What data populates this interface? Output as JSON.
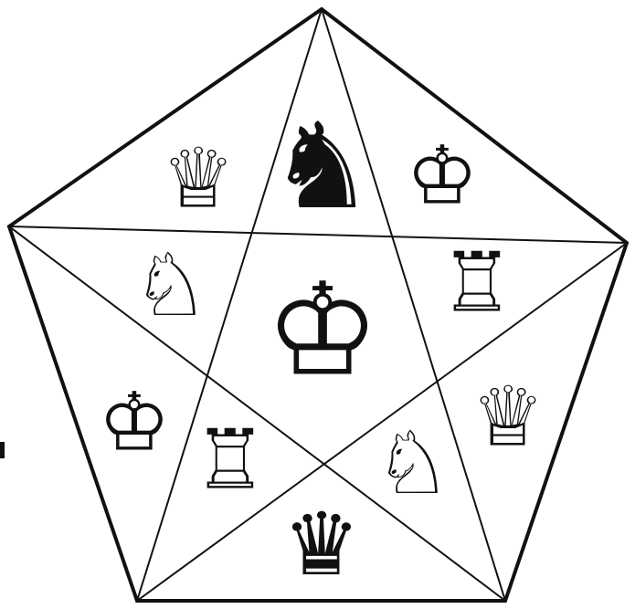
{
  "figure": {
    "type": "pentagram-chess-diagram",
    "colors": {
      "ink": "#111111",
      "paper": "#ffffff"
    },
    "pieces": [
      {
        "id": "knight-top",
        "piece": "knight",
        "color": "black",
        "icon": "black-knight-icon",
        "glyph": "♞"
      },
      {
        "id": "queen-upper-left",
        "piece": "queen",
        "color": "white",
        "icon": "white-queen-icon",
        "glyph": "♕"
      },
      {
        "id": "king-upper-right",
        "piece": "king",
        "color": "white",
        "icon": "white-king-icon",
        "glyph": "♔"
      },
      {
        "id": "knight-left",
        "piece": "knight",
        "color": "white",
        "icon": "white-knight-icon",
        "glyph": "♘"
      },
      {
        "id": "rook-right",
        "piece": "rook",
        "color": "white",
        "icon": "white-rook-icon",
        "glyph": "♖"
      },
      {
        "id": "crown-center",
        "piece": "crown",
        "color": "white",
        "icon": "crown-icon",
        "glyph": "♔"
      },
      {
        "id": "king-lower-left",
        "piece": "king",
        "color": "white",
        "icon": "white-king-icon",
        "glyph": "♔"
      },
      {
        "id": "queen-lower-right",
        "piece": "queen",
        "color": "white",
        "icon": "white-queen-icon",
        "glyph": "♕"
      },
      {
        "id": "rook-lower-left",
        "piece": "rook",
        "color": "white",
        "icon": "white-rook-icon",
        "glyph": "♖"
      },
      {
        "id": "knight-lower-right",
        "piece": "knight",
        "color": "white",
        "icon": "white-knight-icon",
        "glyph": "♘"
      },
      {
        "id": "queen-bottom",
        "piece": "queen",
        "color": "black",
        "icon": "black-queen-icon",
        "glyph": "♛"
      }
    ]
  }
}
